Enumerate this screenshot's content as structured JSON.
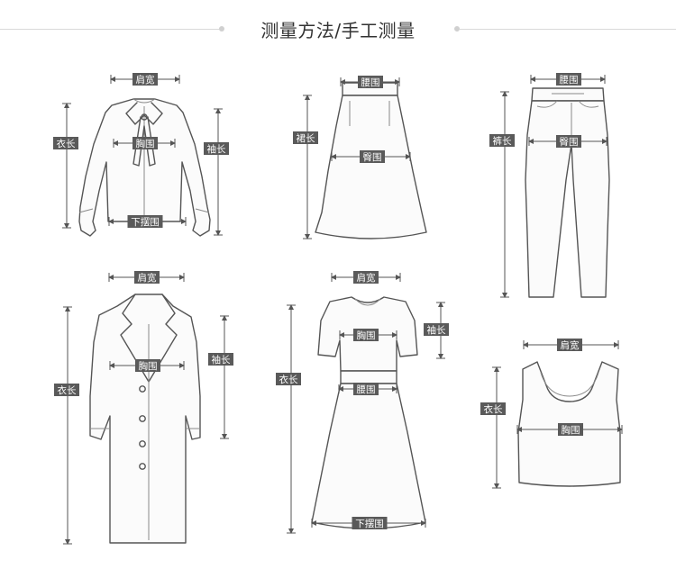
{
  "title": "测量方法/手工测量",
  "garments": [
    {
      "name": "blouse",
      "labels": [
        "肩宽",
        "衣长",
        "胸围",
        "袖长",
        "下摆围"
      ]
    },
    {
      "name": "skirt",
      "labels": [
        "腰围",
        "裙长",
        "臀围"
      ]
    },
    {
      "name": "pants",
      "labels": [
        "腰围",
        "裤长",
        "臀围"
      ]
    },
    {
      "name": "coat",
      "labels": [
        "肩宽",
        "衣长",
        "胸围",
        "袖长"
      ]
    },
    {
      "name": "dress",
      "labels": [
        "肩宽",
        "衣长",
        "胸围",
        "袖长",
        "腰围",
        "下摆围"
      ]
    },
    {
      "name": "vest",
      "labels": [
        "肩宽",
        "衣长",
        "胸围"
      ]
    }
  ]
}
